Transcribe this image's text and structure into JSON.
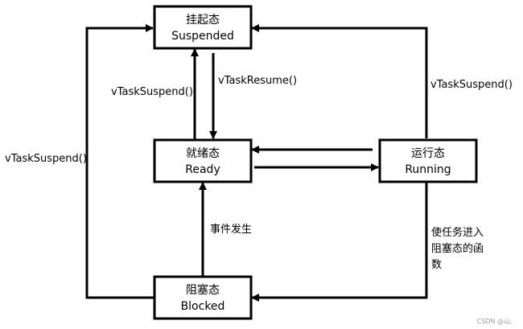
{
  "states": {
    "suspended": {
      "cn": "挂起态",
      "en": "Suspended"
    },
    "ready": {
      "cn": "就绪态",
      "en": "Ready"
    },
    "running": {
      "cn": "运行态",
      "en": "Running"
    },
    "blocked": {
      "cn": "阻塞态",
      "en": "Blocked"
    }
  },
  "labels": {
    "ready_to_suspended": "vTaskSuspend()",
    "suspended_to_ready": "vTaskResume()",
    "running_to_suspended": "vTaskSuspend()",
    "blocked_to_suspended": "vTaskSuspend()",
    "blocked_to_ready": "事件发生",
    "running_to_blocked_line1": "使任务进入",
    "running_to_blocked_line2": "阻塞态的函",
    "running_to_blocked_line3": "数"
  },
  "watermark": "CSDN @山、"
}
